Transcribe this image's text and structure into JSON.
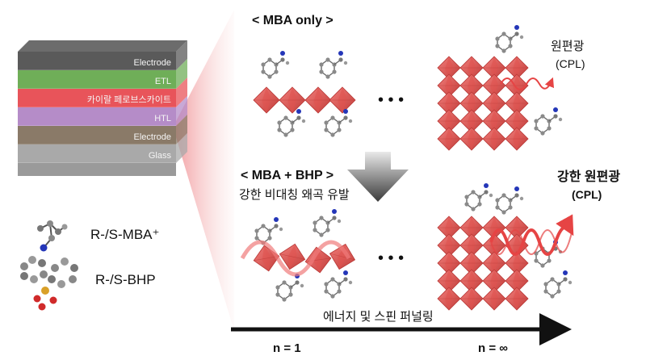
{
  "device": {
    "layers": [
      {
        "label": "Electrode",
        "color": "#5a5a5a"
      },
      {
        "label": "ETL",
        "color": "#6fae58"
      },
      {
        "label": "카이랄 페로브스카이트",
        "color": "#e8545a"
      },
      {
        "label": "HTL",
        "color": "#b58cc8"
      },
      {
        "label": "Electrode",
        "color": "#8a7a68"
      },
      {
        "label": "Glass",
        "color": "#a9a9a9"
      }
    ]
  },
  "legend": {
    "mba_label": "R-/S-MBA⁺",
    "bhp_label": "R-/S-BHP"
  },
  "panel_top": {
    "title": "< MBA only >",
    "ellipsis": "• • •",
    "emission_label": "원편광",
    "emission_sub": "(CPL)"
  },
  "panel_bottom": {
    "title": "< MBA + BHP >",
    "subtitle": "강한 비대칭 왜곡 유발",
    "ellipsis": "• • •",
    "emission_label": "강한 원편광",
    "emission_sub": "(CPL)"
  },
  "axis": {
    "label": "에너지 및 스핀 퍼널링",
    "start_label": "n = 1",
    "end_label": "n = ∞"
  },
  "colors": {
    "octahedron": "#e0524f",
    "octahedron_dark": "#b83836",
    "wave": "#e64444",
    "highlight": "#f06a6a"
  }
}
